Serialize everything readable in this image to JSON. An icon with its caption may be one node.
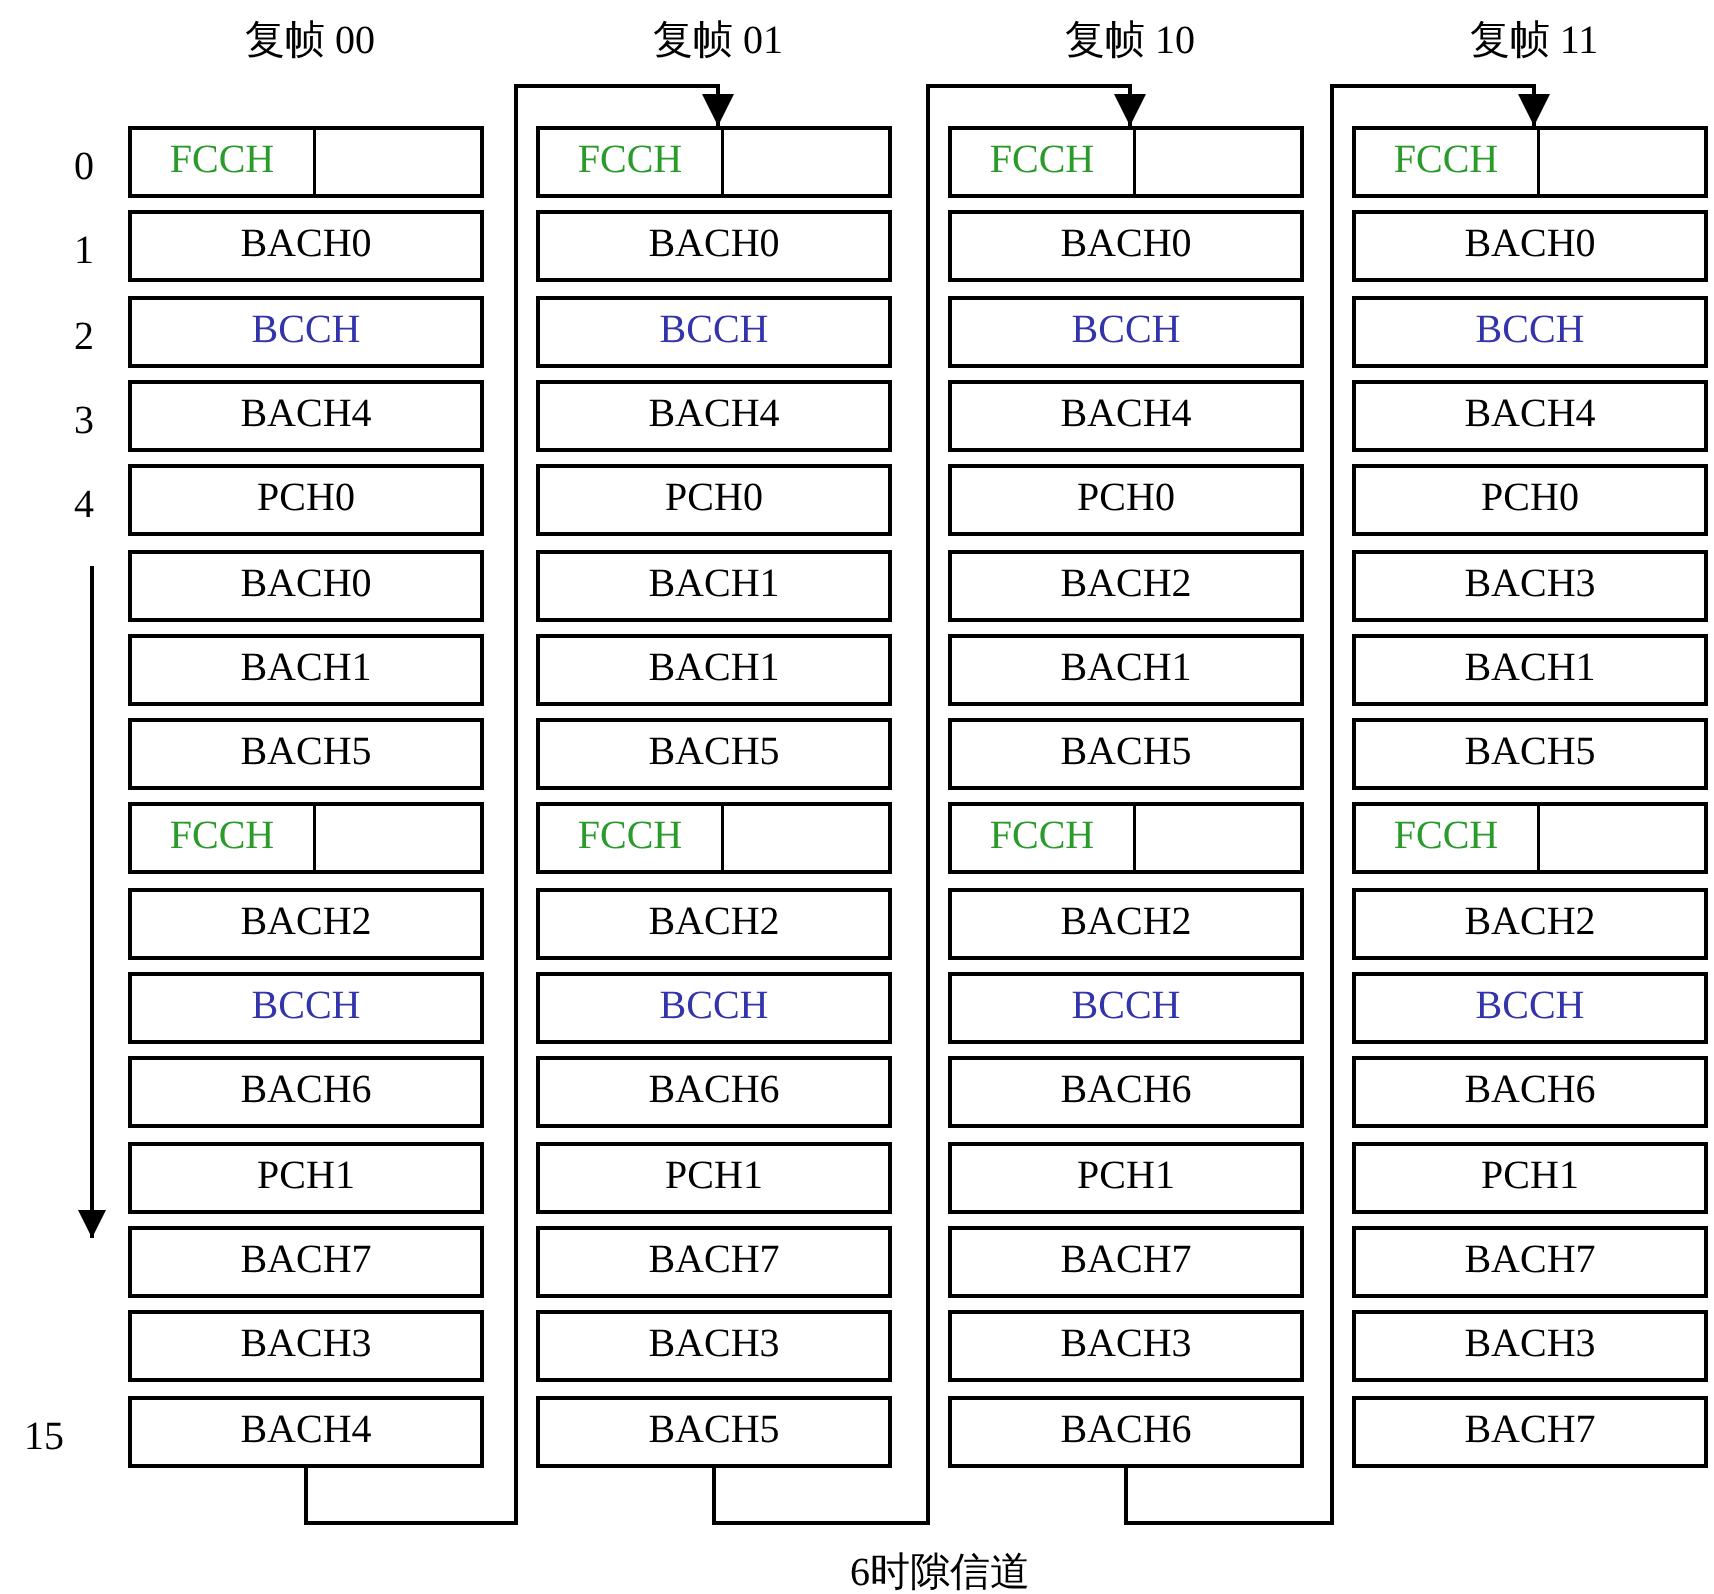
{
  "diagram": {
    "caption": "6时隙信道",
    "nodes": [
      {
        "text": [
          "FCCH"
        ]
      },
      {
        "text": [
          "BACH0"
        ]
      },
      {
        "text": [
          "BCCH"
        ]
      },
      {
        "text": [
          "BACH4"
        ]
      },
      {
        "text": [
          "PCH0"
        ]
      },
      {
        "text": [
          "BACH0"
        ]
      },
      {
        "text": [
          "BACH1"
        ]
      },
      {
        "text": [
          "BACH5"
        ]
      },
      {
        "text": [
          "FCCH"
        ]
      },
      {
        "text": [
          "BACH2"
        ]
      },
      {
        "text": [
          "BCCH"
        ]
      },
      {
        "text": [
          "BACH6"
        ]
      },
      {
        "text": [
          "PCH1"
        ]
      },
      {
        "text": [
          "BACH7"
        ]
      },
      {
        "text": [
          "BACH3"
        ]
      },
      {
        "text": [
          "BACH4"
        ]
      },
      {
        "text": [
          "FCCH"
        ]
      },
      {
        "text": [
          "BACH0"
        ]
      },
      {
        "text": [
          "BCCH"
        ]
      },
      {
        "text": [
          "BACH4"
        ]
      },
      {
        "text": [
          "PCH0"
        ]
      },
      {
        "text": [
          "BACH1"
        ]
      },
      {
        "text": [
          "BACH1"
        ]
      },
      {
        "text": [
          "BACH5"
        ]
      },
      {
        "text": [
          "FCCH"
        ]
      },
      {
        "text": [
          "BACH2"
        ]
      },
      {
        "text": [
          "BCCH"
        ]
      },
      {
        "text": [
          "BACH6"
        ]
      },
      {
        "text": [
          "PCH1"
        ]
      },
      {
        "text": [
          "BACH7"
        ]
      },
      {
        "text": [
          "BACH3"
        ]
      },
      {
        "text": [
          "BACH5"
        ]
      },
      {
        "text": [
          "FCCH"
        ]
      },
      {
        "text": [
          "BACH0"
        ]
      },
      {
        "text": [
          "BCCH"
        ]
      },
      {
        "text": [
          "BACH4"
        ]
      },
      {
        "text": [
          "PCH0"
        ]
      },
      {
        "text": [
          "BACH2"
        ]
      },
      {
        "text": [
          "BACH1"
        ]
      },
      {
        "text": [
          "BACH5"
        ]
      },
      {
        "text": [
          "FCCH"
        ]
      },
      {
        "text": [
          "BACH2"
        ]
      },
      {
        "text": [
          "BCCH"
        ]
      },
      {
        "text": [
          "BACH6"
        ]
      },
      {
        "text": [
          "PCH1"
        ]
      },
      {
        "text": [
          "BACH7"
        ]
      },
      {
        "text": [
          "BACH3"
        ]
      },
      {
        "text": [
          "BACH6"
        ]
      },
      {
        "text": [
          "FCCH"
        ]
      },
      {
        "text": [
          "BACH0"
        ]
      },
      {
        "text": [
          "BCCH"
        ]
      },
      {
        "text": [
          "BACH4"
        ]
      },
      {
        "text": [
          "PCH0"
        ]
      },
      {
        "text": [
          "BACH3"
        ]
      },
      {
        "text": [
          "BACH1"
        ]
      },
      {
        "text": [
          "BACH5"
        ]
      },
      {
        "text": [
          "FCCH"
        ]
      },
      {
        "text": [
          "BACH2"
        ]
      },
      {
        "text": [
          "BCCH"
        ]
      },
      {
        "text": [
          "BACH6"
        ]
      },
      {
        "text": [
          "PCH1"
        ]
      },
      {
        "text": [
          "BACH7"
        ]
      },
      {
        "text": [
          "BACH3"
        ]
      },
      {
        "text": [
          "BACH7"
        ]
      }
    ],
    "edges": [
      {
        "from": 15,
        "to": 16,
        "arrow": "to"
      },
      {
        "from": 31,
        "to": 32,
        "arrow": "to"
      },
      {
        "from": 47,
        "to": 48,
        "arrow": "to"
      }
    ],
    "labels": [
      "复帧 00",
      "复帧 01",
      "复帧 10",
      "复帧 11",
      "0",
      "1",
      "2",
      "3",
      "4",
      "15"
    ]
  }
}
